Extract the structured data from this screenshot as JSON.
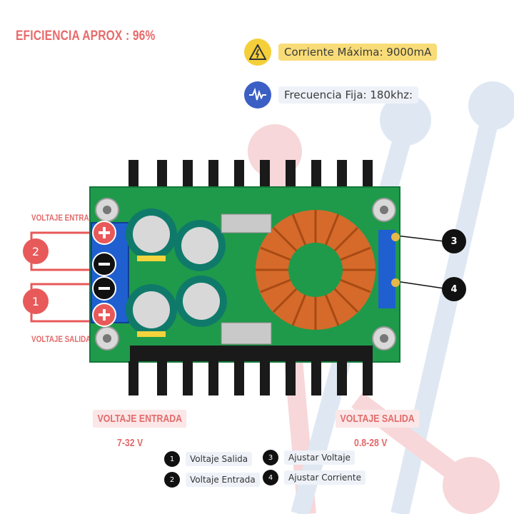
{
  "header": {
    "efficiency": "EFICIENCIA APROX : 96%",
    "current_label": "Corriente Máxima: 9000mA",
    "frequency_label": "Frecuencia Fija: 180khz:"
  },
  "board": {
    "left_top_label": "VOLTAJE ENTRADA",
    "left_bottom_label": "VOLTAJE SALIDA",
    "callout_2": "2",
    "callout_1": "1",
    "callout_3": "3",
    "callout_4": "4"
  },
  "bottom": {
    "input_label": "VOLTAJE ENTRADA",
    "input_range": "7-32 V",
    "output_label": "VOLTAJE SALIDA",
    "output_range": "0.8-28 V"
  },
  "legend": [
    {
      "num": "1",
      "text": "Voltaje Salida"
    },
    {
      "num": "2",
      "text": "Voltaje Entrada"
    },
    {
      "num": "3",
      "text": "Ajustar Voltaje"
    },
    {
      "num": "4",
      "text": "Ajustar Corriente"
    }
  ],
  "colors": {
    "accent_red": "#e8595a",
    "pcb_green": "#1f9a4a",
    "warning_yellow": "#f4cf3a",
    "wave_blue": "#3b5fc4"
  }
}
